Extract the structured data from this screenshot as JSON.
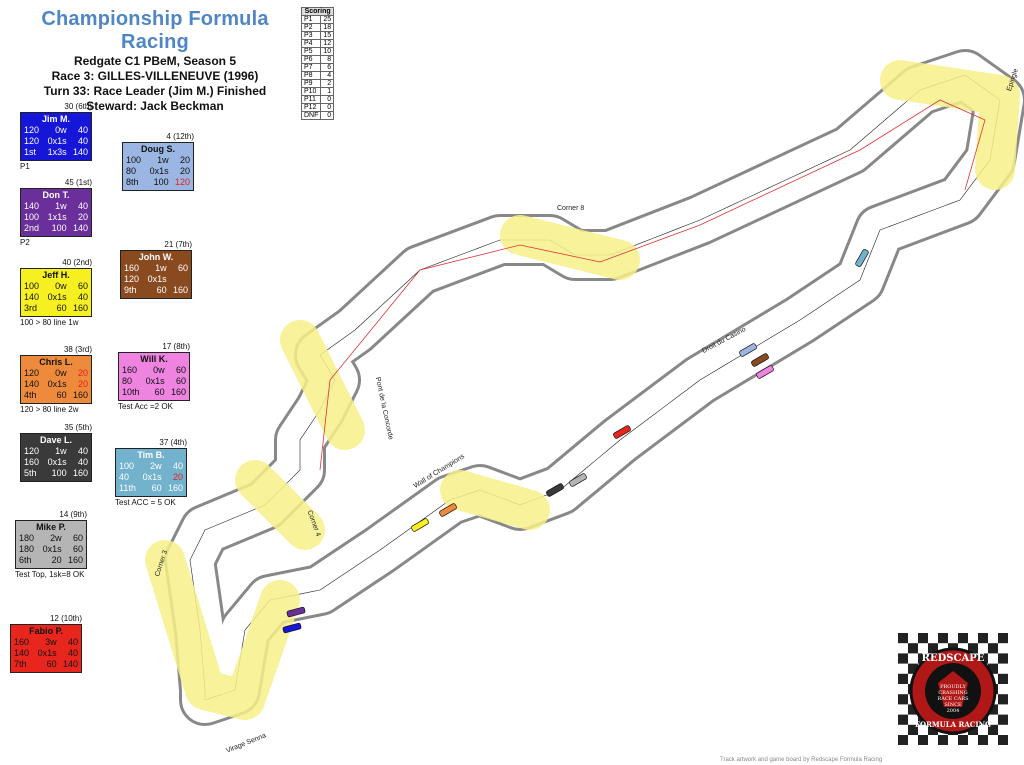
{
  "header": {
    "title": "Championship Formula Racing",
    "lines": [
      "Redgate C1 PBeM, Season 5",
      "Race 3: GILLES-VILLENEUVE (1996)",
      "Turn 33: Race Leader (Jim M.) Finished",
      "Steward: Jack Beckman"
    ]
  },
  "scoring": {
    "header": "Scoring",
    "rows": [
      {
        "pos": "P1",
        "pts": "25"
      },
      {
        "pos": "P2",
        "pts": "18"
      },
      {
        "pos": "P3",
        "pts": "15"
      },
      {
        "pos": "P4",
        "pts": "12"
      },
      {
        "pos": "P5",
        "pts": "10"
      },
      {
        "pos": "P6",
        "pts": "8"
      },
      {
        "pos": "P7",
        "pts": "6"
      },
      {
        "pos": "P8",
        "pts": "4"
      },
      {
        "pos": "P9",
        "pts": "2"
      },
      {
        "pos": "P10",
        "pts": "1"
      },
      {
        "pos": "P11",
        "pts": "0"
      },
      {
        "pos": "P12",
        "pts": "0"
      },
      {
        "pos": "DNF",
        "pts": "0"
      }
    ]
  },
  "drivers": [
    {
      "id": "jim",
      "top": "30 (6th)",
      "name": "Jim M.",
      "bg": "#1616d8",
      "fg": "#ffffff",
      "rows": [
        [
          "120",
          "0w",
          "40"
        ],
        [
          "120",
          "0x1s",
          "40"
        ],
        [
          "1st",
          "1x3s",
          "140"
        ]
      ],
      "note": "P1"
    },
    {
      "id": "don",
      "top": "45 (1st)",
      "name": "Don T.",
      "bg": "#6a2f9a",
      "fg": "#ffffff",
      "rows": [
        [
          "140",
          "1w",
          "40"
        ],
        [
          "100",
          "1x1s",
          "20"
        ],
        [
          "2nd",
          "100",
          "140"
        ]
      ],
      "note": "P2"
    },
    {
      "id": "jeff",
      "top": "40 (2nd)",
      "name": "Jeff H.",
      "bg": "#f7f020",
      "fg": "#111111",
      "rows": [
        [
          "100",
          "0w",
          "60"
        ],
        [
          "140",
          "0x1s",
          "40"
        ],
        [
          "3rd",
          "60",
          "160"
        ]
      ],
      "note": "100 > 80 line 1w"
    },
    {
      "id": "chris",
      "top": "38 (3rd)",
      "name": "Chris L.",
      "bg": "#ee8a3c",
      "fg": "#111111",
      "rows": [
        [
          "120",
          "0w",
          "20"
        ],
        [
          "140",
          "0x1s",
          "20"
        ],
        [
          "4th",
          "60",
          "160"
        ]
      ],
      "note": "120 > 80 line 2w"
    },
    {
      "id": "dave",
      "top": "35 (5th)",
      "name": "Dave L.",
      "bg": "#3a3a3a",
      "fg": "#ffffff",
      "rows": [
        [
          "120",
          "1w",
          "40"
        ],
        [
          "160",
          "0x1s",
          "40"
        ],
        [
          "5th",
          "100",
          "160"
        ]
      ],
      "note": ""
    },
    {
      "id": "mike",
      "top": "14 (9th)",
      "name": "Mike P.",
      "bg": "#b5b5b5",
      "fg": "#111111",
      "rows": [
        [
          "180",
          "2w",
          "60"
        ],
        [
          "180",
          "0x1s",
          "60"
        ],
        [
          "6th",
          "20",
          "160"
        ]
      ],
      "note": "Test Top, 1sk=8 OK"
    },
    {
      "id": "fabio",
      "top": "12 (10th)",
      "name": "Fabio P.",
      "bg": "#e8261e",
      "fg": "#111111",
      "rows": [
        [
          "160",
          "3w",
          "40"
        ],
        [
          "140",
          "0x1s",
          "40"
        ],
        [
          "7th",
          "60",
          "140"
        ]
      ],
      "note": ""
    },
    {
      "id": "doug",
      "top": "4 (12th)",
      "name": "Doug S.",
      "bg": "#9bb6e2",
      "fg": "#111111",
      "rows": [
        [
          "100",
          "1w",
          "20"
        ],
        [
          "80",
          "0x1s",
          "20"
        ],
        [
          "8th",
          "100",
          "120"
        ]
      ],
      "note": ""
    },
    {
      "id": "john",
      "top": "21 (7th)",
      "name": "John W.",
      "bg": "#8a4a20",
      "fg": "#ffffff",
      "rows": [
        [
          "160",
          "1w",
          "60"
        ],
        [
          "120",
          "0x1s",
          ""
        ],
        [
          "9th",
          "60",
          "160"
        ]
      ],
      "note": ""
    },
    {
      "id": "will",
      "top": "17 (8th)",
      "name": "Will K.",
      "bg": "#ee84e0",
      "fg": "#111111",
      "rows": [
        [
          "160",
          "0w",
          "60"
        ],
        [
          "80",
          "0x1s",
          "60"
        ],
        [
          "10th",
          "60",
          "160"
        ]
      ],
      "note": "Test Acc =2 OK"
    },
    {
      "id": "tim",
      "top": "37 (4th)",
      "name": "Tim B.",
      "bg": "#72b2cc",
      "fg": "#ffffff",
      "rows": [
        [
          "100",
          "2w",
          "40"
        ],
        [
          "40",
          "0x1s",
          "20"
        ],
        [
          "11th",
          "60",
          "160"
        ]
      ],
      "note": "Test ACC = 5 OK"
    }
  ],
  "track_labels": {
    "corner8": "Corner 8",
    "epingle": "Epingle",
    "droit": "Droit du Casino",
    "pont": "Pont de la Concorde",
    "wall": "Wall of Champions",
    "corner4": "Corner 4",
    "corner3": "Corner 3",
    "virage": "Virage Senna"
  },
  "logo": {
    "lines": [
      "REDSCAPE",
      "PROUDLY",
      "CRASHING",
      "RACE CARS",
      "SINCE",
      "2004",
      "FORMULA RACING"
    ]
  },
  "footer": "Track artwork and game board by Redscape Formula Racing"
}
